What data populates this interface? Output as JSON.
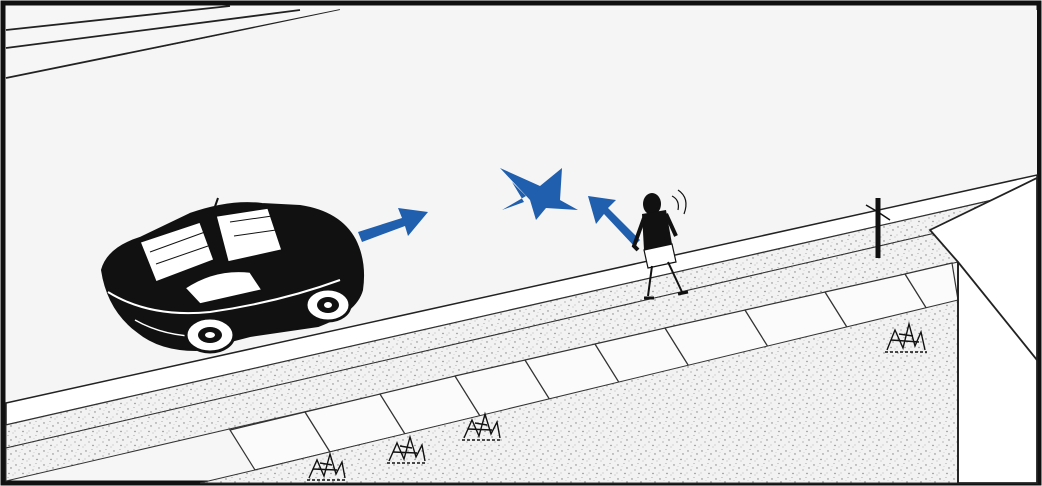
{
  "scene": {
    "title": "",
    "colors": {
      "ink": "#111111",
      "paper": "#ffffff",
      "road": "#f4f4f4",
      "arrow": "#1f5fae",
      "speckle": "#8a8a8a"
    },
    "elements": {
      "vehicle": "car",
      "person": "pedestrian",
      "motion_markers": [
        "car-motion-arrow",
        "impact-burst",
        "pedestrian-motion-arrow"
      ],
      "terrain": [
        "roadway",
        "curb",
        "sidewalk",
        "lawn",
        "driveway"
      ]
    }
  }
}
